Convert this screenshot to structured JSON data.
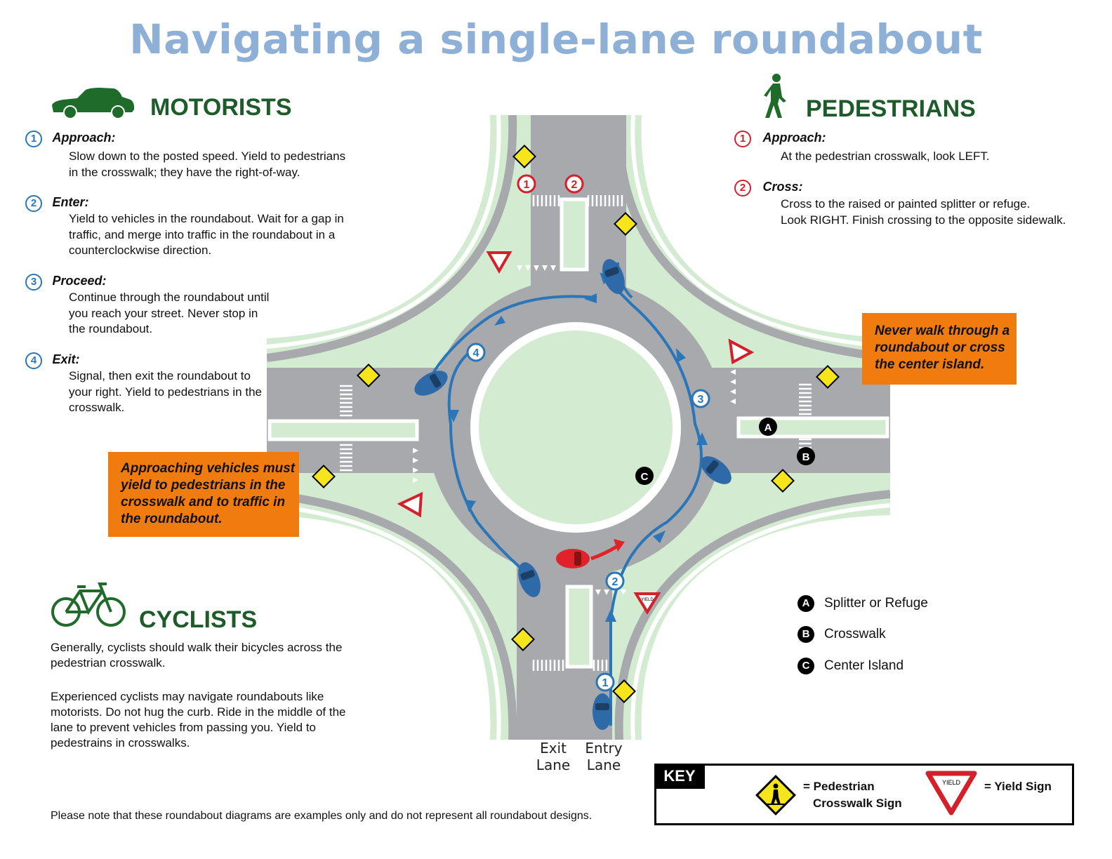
{
  "title": "Navigating a single-lane roundabout",
  "motorists": {
    "heading": "MOTORISTS",
    "steps": [
      {
        "num": "1",
        "title": "Approach:",
        "lines": [
          "Slow down to the posted speed. Yield to pedestrians",
          "in the crosswalk; they have the right-of-way."
        ]
      },
      {
        "num": "2",
        "title": "Enter:",
        "lines": [
          "Yield to vehicles in the roundabout. Wait for a gap in",
          "traffic, and merge into traffic in the roundabout in a",
          "counterclockwise direction."
        ]
      },
      {
        "num": "3",
        "title": "Proceed:",
        "lines": [
          "Continue through the roundabout until",
          "you reach your street. Never stop in",
          "the roundabout."
        ]
      },
      {
        "num": "4",
        "title": "Exit:",
        "lines": [
          "Signal, then exit the roundabout to",
          "your right. Yield to pedestrians in the",
          "crosswalk."
        ]
      }
    ]
  },
  "pedestrians": {
    "heading": "PEDESTRIANS",
    "steps": [
      {
        "num": "1",
        "title": "Approach:",
        "lines": [
          "At the pedestrian crosswalk, look LEFT."
        ]
      },
      {
        "num": "2",
        "title": "Cross:",
        "lines": [
          "Cross to the raised or painted splitter or refuge.",
          "Look RIGHT. Finish crossing to the opposite sidewalk."
        ]
      }
    ]
  },
  "cyclists": {
    "heading": "CYCLISTS",
    "para1": [
      "Generally, cyclists should walk their bicycles across the",
      "pedestrian crosswalk."
    ],
    "para2": [
      "Experienced cyclists may navigate roundabouts like",
      "motorists. Do not hug the curb. Ride in the middle of the",
      "lane to prevent vehicles from passing you. Yield to",
      "pedestrains in crosswalks."
    ]
  },
  "callouts": {
    "pedestrian_warning": [
      "Never walk through a",
      "roundabout or cross",
      "the center island."
    ],
    "vehicle_warning": [
      "Approaching vehicles must",
      "yield to pedestrians in the",
      "crosswalk and to traffic in",
      "the roundabout."
    ]
  },
  "diagram": {
    "step_markers": [
      "1",
      "2",
      "3",
      "4"
    ],
    "ped_markers": [
      "1",
      "2"
    ],
    "point_labels": [
      "A",
      "B",
      "C"
    ],
    "sign_text": "YIELD",
    "exit_lane_label": [
      "Exit",
      "Lane"
    ],
    "entry_lane_label": [
      "Entry",
      "Lane"
    ]
  },
  "legend": [
    {
      "letter": "A",
      "label": "Splitter or Refuge"
    },
    {
      "letter": "B",
      "label": "Crosswalk"
    },
    {
      "letter": "C",
      "label": "Center Island"
    }
  ],
  "key": {
    "label": "KEY",
    "ped_sign": [
      "= Pedestrian",
      "Crosswalk Sign"
    ],
    "yield_sign": "= Yield Sign",
    "yield_inner_text": "YIELD"
  },
  "footnote": "Please note that these roundabout diagrams are examples only and do not represent all roundabout designs.",
  "colors": {
    "title": "#8fb0d6",
    "heading_green": "#1e5b2a",
    "step_blue": "#2a76b8",
    "ped_red": "#d3202a",
    "callout_orange": "#f07c10",
    "road_gray": "#a7a9ac",
    "grass_green": "#d3ecd1",
    "car_blue": "#2f6aa8",
    "car_red": "#e0222a",
    "sign_yellow": "#f7e51b"
  }
}
